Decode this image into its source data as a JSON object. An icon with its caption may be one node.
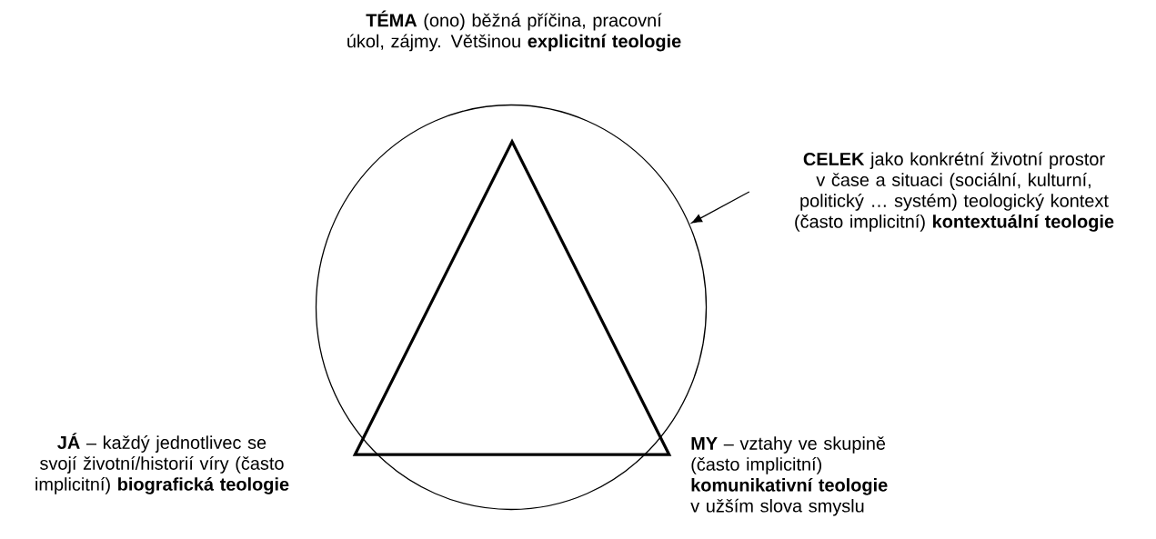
{
  "diagram": {
    "nodes": [
      {
        "text": [
          "**TÉMA** (ono) běžná příčina, pracovní úkol, zájmy. Většinou **explicitní teologie**"
        ]
      },
      {
        "text": [
          "**CELEK** jako konkrétní životní prostor v čase a situaci (sociální, kulturní, politický … systém)  teologický kontext (často implicitní) **kontextuální teologie**"
        ]
      },
      {
        "text": [],
        "shape": "circle"
      },
      {
        "text": [],
        "shape": "triangle",
        "in": 2
      },
      {
        "text": [
          "**JÁ** – každý jednotlivec se svojí životní/historií víry (často implicitní) **biografická teologie**"
        ]
      },
      {
        "text": [
          "**MY** – vztahy ve skupině (často implicitní) **komunikativní teologie** v užším slova smyslu"
        ]
      }
    ],
    "edges": [
      {
        "from": 1,
        "to": 2,
        "arrow": "to"
      }
    ]
  }
}
